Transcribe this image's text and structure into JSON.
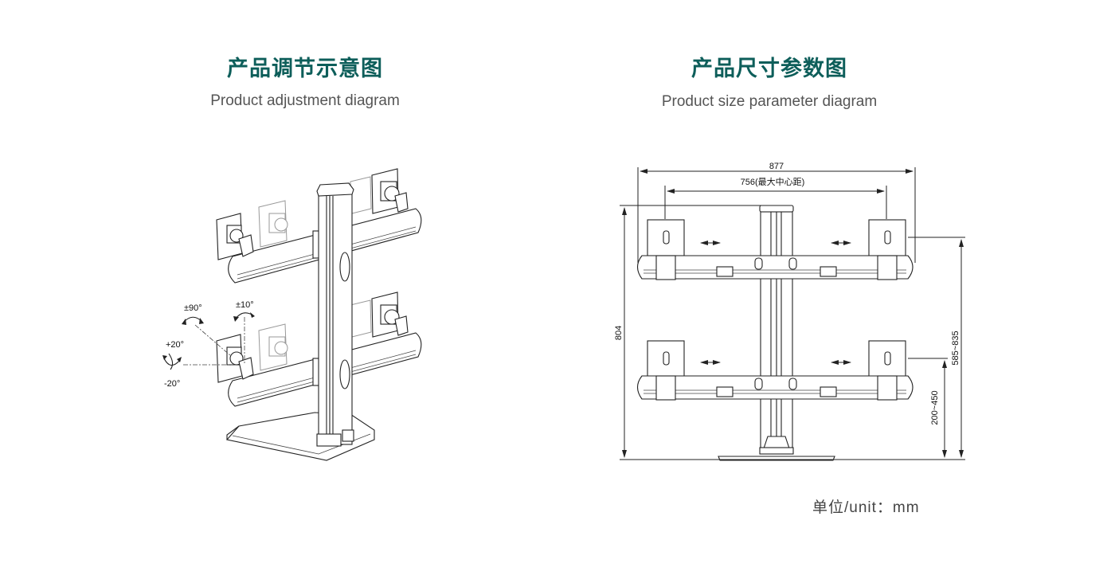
{
  "left_panel": {
    "title": "产品调节示意图",
    "subtitle": "Product adjustment diagram",
    "annotations": {
      "swivel": "±90°",
      "tilt": "±10°",
      "rotate_up": "+20°",
      "rotate_down": "-20°"
    }
  },
  "right_panel": {
    "title": "产品尺寸参数图",
    "subtitle": "Product size parameter diagram",
    "dimensions": {
      "overall_width": "877",
      "max_center_distance": "756(最大中心距)",
      "overall_height": "804",
      "upper_height_range": "585~835",
      "lower_height_range": "200~450"
    }
  },
  "unit_label": "单位/unit：mm",
  "colors": {
    "title": "#0d5e5a",
    "subtitle": "#555555",
    "line": "#222222"
  }
}
